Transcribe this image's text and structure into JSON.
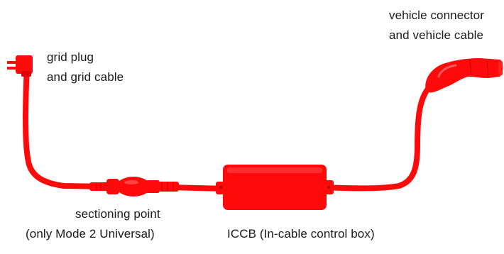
{
  "labels": {
    "grid_plug": {
      "line1": "grid plug",
      "line2": "and grid cable"
    },
    "vehicle_connector": {
      "line1": "vehicle connector",
      "line2": "and vehicle cable"
    },
    "sectioning_point": {
      "line1": "sectioning point",
      "line2": "(only Mode 2 Universal)"
    },
    "iccb": {
      "text": "ICCB (In-cable control box)"
    }
  },
  "colors": {
    "cable": "#ff0a0a",
    "cable_dark": "#d90000",
    "highlight": "#ff6a6a",
    "text": "#1a1a1a"
  }
}
